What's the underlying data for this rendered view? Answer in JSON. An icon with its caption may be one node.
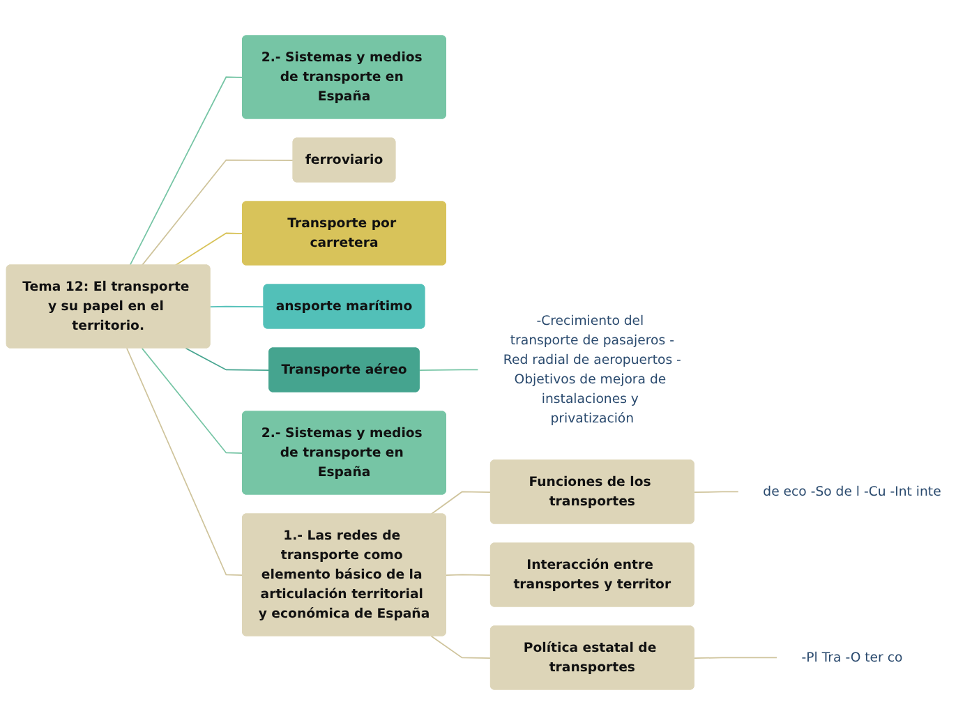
{
  "diagram": {
    "nodes": [
      {
        "text": [
          "Tema 12: El transporte y su papel en el territorio."
        ]
      },
      {
        "text": [
          "1.- Las redes de transporte como elemento básico de la articulación territorial y económica de España"
        ]
      },
      {
        "text": [
          "Funciones de los transportes"
        ]
      },
      {
        "text": [
          "de eco -So de l -Cu -Int inte"
        ]
      },
      {
        "text": [
          "Interacción entre transportes y territor"
        ]
      },
      {
        "text": [
          "Política estatal de transportes"
        ]
      },
      {
        "text": [
          "-Pl Tra -O ter co"
        ]
      },
      {
        "text": [
          "2.- Sistemas y medios de transporte en España"
        ]
      },
      {
        "text": [
          "ferroviario"
        ]
      },
      {
        "text": [
          "Transporte por carretera"
        ]
      },
      {
        "text": [
          "ansporte marítimo"
        ]
      },
      {
        "text": [
          "Transporte aéreo"
        ]
      },
      {
        "text": [
          "-Crecimiento del transporte de pasajeros -Red radial de aeropuertos -Objetivos de mejora de instalaciones y privatización"
        ]
      },
      {
        "text": [
          "2.- Sistemas y medios de transporte en España"
        ]
      }
    ],
    "edges": [
      {
        "from": 0,
        "to": 1,
        "arrow": "none"
      },
      {
        "from": 1,
        "to": 2,
        "arrow": "none"
      },
      {
        "from": 2,
        "to": 3,
        "arrow": "none"
      },
      {
        "from": 1,
        "to": 4,
        "arrow": "none"
      },
      {
        "from": 1,
        "to": 5,
        "arrow": "none"
      },
      {
        "from": 5,
        "to": 6,
        "arrow": "none"
      },
      {
        "from": 0,
        "to": 7,
        "arrow": "none",
        "color": "#76c5a5"
      },
      {
        "from": 0,
        "to": 8,
        "arrow": "none"
      },
      {
        "from": 0,
        "to": 9,
        "arrow": "none",
        "color": "#d8c35a"
      },
      {
        "from": 0,
        "to": 10,
        "arrow": "none",
        "color": "#52c0b8"
      },
      {
        "from": 0,
        "to": 11,
        "arrow": "none",
        "color": "#45a48f"
      },
      {
        "from": 11,
        "to": 12,
        "arrow": "none",
        "color": "#76c5a5"
      },
      {
        "from": 0,
        "to": 13,
        "arrow": "none",
        "color": "#76c5a5"
      }
    ]
  }
}
